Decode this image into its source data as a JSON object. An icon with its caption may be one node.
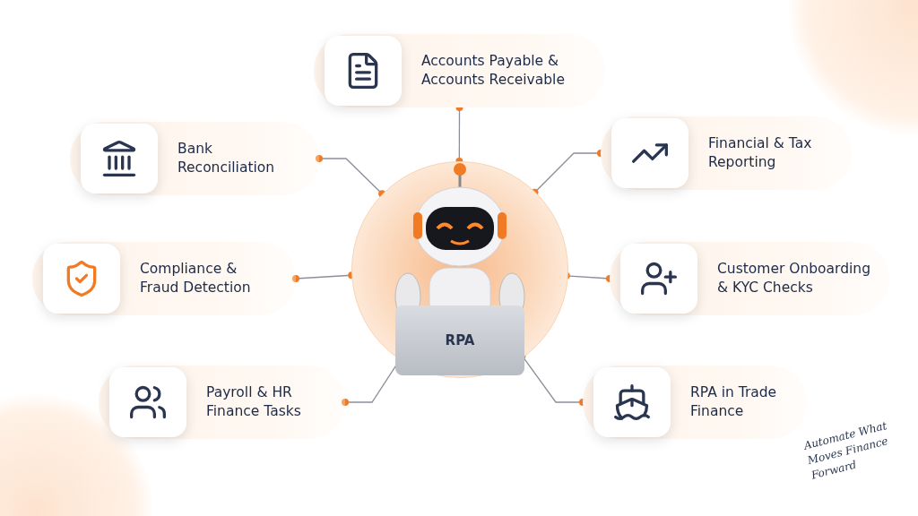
{
  "diagram": {
    "nodes": [
      {
        "text": [
          "Accounts Payable & Accounts Receivable"
        ]
      },
      {
        "text": [
          "Bank Reconciliation"
        ]
      },
      {
        "text": [
          "Financial & Tax Reporting"
        ]
      },
      {
        "text": [
          "Compliance & Fraud Detection"
        ]
      },
      {
        "text": [
          "RPA"
        ]
      },
      {
        "text": [
          "Customer Onboarding & KYC Checks"
        ]
      },
      {
        "text": [
          "Payroll & HR Finance Tasks"
        ]
      },
      {
        "text": [
          "RPA in Trade Finance"
        ]
      }
    ],
    "edges": [
      {
        "from": 4,
        "to": 0,
        "arrow": "other"
      },
      {
        "from": 4,
        "to": 1,
        "arrow": "other"
      },
      {
        "from": 4,
        "to": 2,
        "arrow": "other"
      },
      {
        "from": 4,
        "to": 3,
        "arrow": "other"
      },
      {
        "from": 4,
        "to": 5,
        "arrow": "other"
      },
      {
        "from": 4,
        "to": 6,
        "arrow": "other"
      },
      {
        "from": 4,
        "to": 7,
        "arrow": "other"
      }
    ],
    "labels": [
      "Automate What Moves Finance Forward"
    ]
  }
}
